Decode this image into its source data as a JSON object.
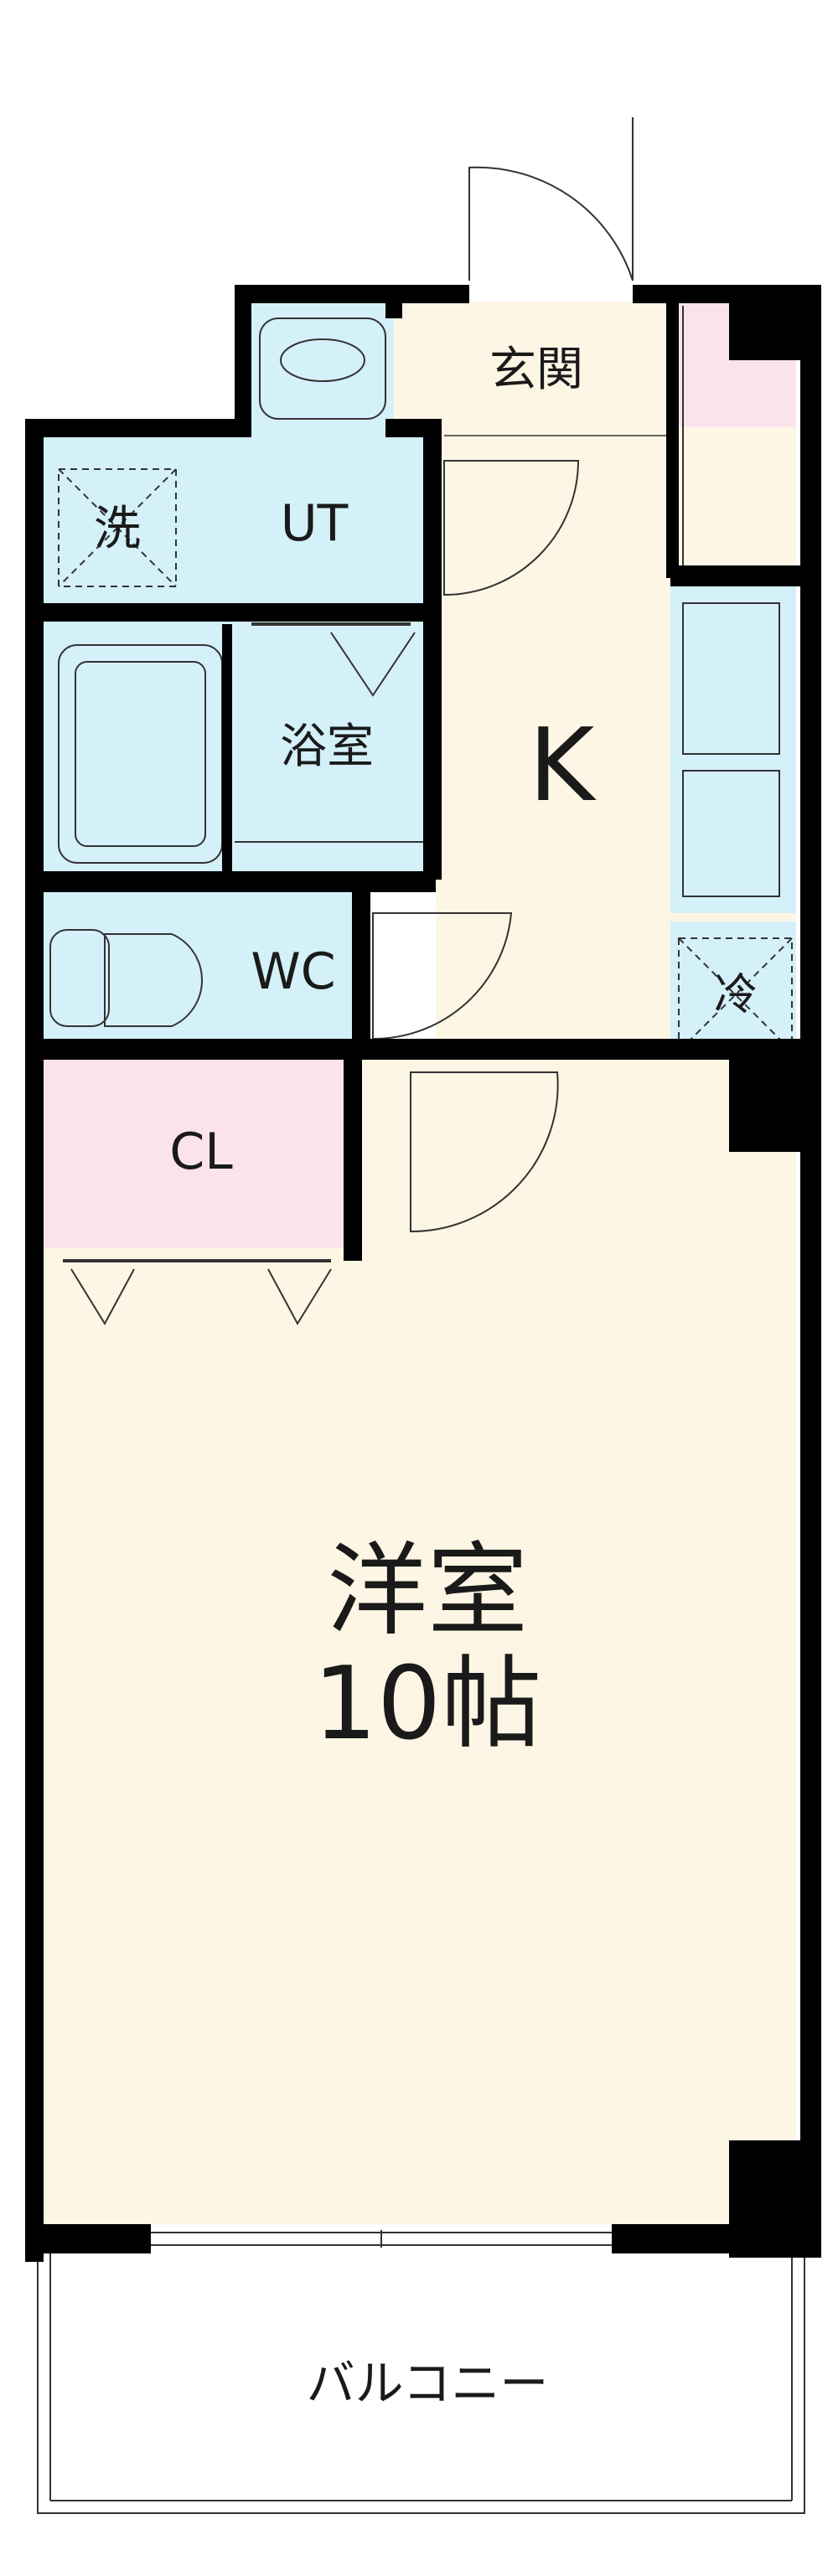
{
  "floor_plan": {
    "rooms": {
      "entrance": "玄関",
      "utility": "UT",
      "washer": "洗",
      "bath": "浴室",
      "kitchen": "K",
      "toilet": "WC",
      "fridge": "冷",
      "closet": "CL",
      "western_room_name": "洋室",
      "western_room_size": "10帖",
      "balcony": "バルコニー"
    },
    "colors": {
      "wall": "#000000",
      "wet_area": "#d4f0f9",
      "living_area": "#fdf6e4",
      "storage": "#fbe3ec",
      "outline": "#333333"
    }
  }
}
